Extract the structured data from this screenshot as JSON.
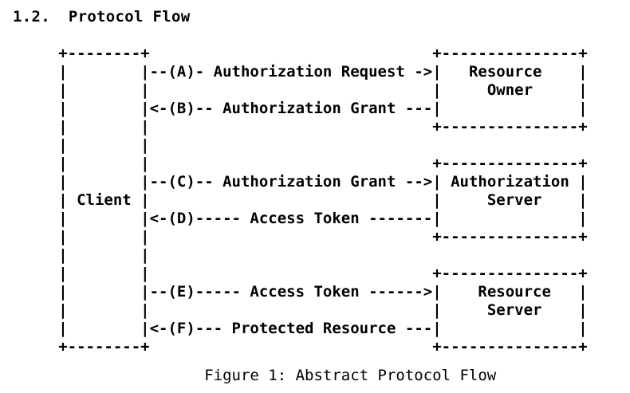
{
  "page": {
    "background_color": "#ffffff",
    "text_color": "#000000"
  },
  "heading": {
    "number": "1.2.",
    "title": "Protocol Flow"
  },
  "diagram": {
    "lines": [
      "     +--------+                               +---------------+",
      "     |        |--(A)- Authorization Request ->|   Resource    |",
      "     |        |                               |     Owner     |",
      "     |        |<-(B)-- Authorization Grant ---|               |",
      "     |        |                               +---------------+",
      "     |        |",
      "     |        |                               +---------------+",
      "     |        |--(C)-- Authorization Grant -->| Authorization |",
      "     | Client |                               |     Server    |",
      "     |        |<-(D)----- Access Token -------|               |",
      "     |        |                               +---------------+",
      "     |        |",
      "     |        |                               +---------------+",
      "     |        |--(E)----- Access Token ------>|    Resource   |",
      "     |        |                               |     Server    |",
      "     |        |<-(F)--- Protected Resource ---|               |",
      "     +--------+                               +---------------+"
    ],
    "entities": {
      "client": "Client",
      "resource_owner": "Resource Owner",
      "authorization_server": "Authorization Server",
      "resource_server": "Resource Server"
    },
    "steps": [
      {
        "id": "A",
        "from": "Client",
        "to": "Resource Owner",
        "label": "Authorization Request"
      },
      {
        "id": "B",
        "from": "Resource Owner",
        "to": "Client",
        "label": "Authorization Grant"
      },
      {
        "id": "C",
        "from": "Client",
        "to": "Authorization Server",
        "label": "Authorization Grant"
      },
      {
        "id": "D",
        "from": "Authorization Server",
        "to": "Client",
        "label": "Access Token"
      },
      {
        "id": "E",
        "from": "Client",
        "to": "Resource Server",
        "label": "Access Token"
      },
      {
        "id": "F",
        "from": "Resource Server",
        "to": "Client",
        "label": "Protected Resource"
      }
    ]
  },
  "caption": "Figure 1: Abstract Protocol Flow"
}
